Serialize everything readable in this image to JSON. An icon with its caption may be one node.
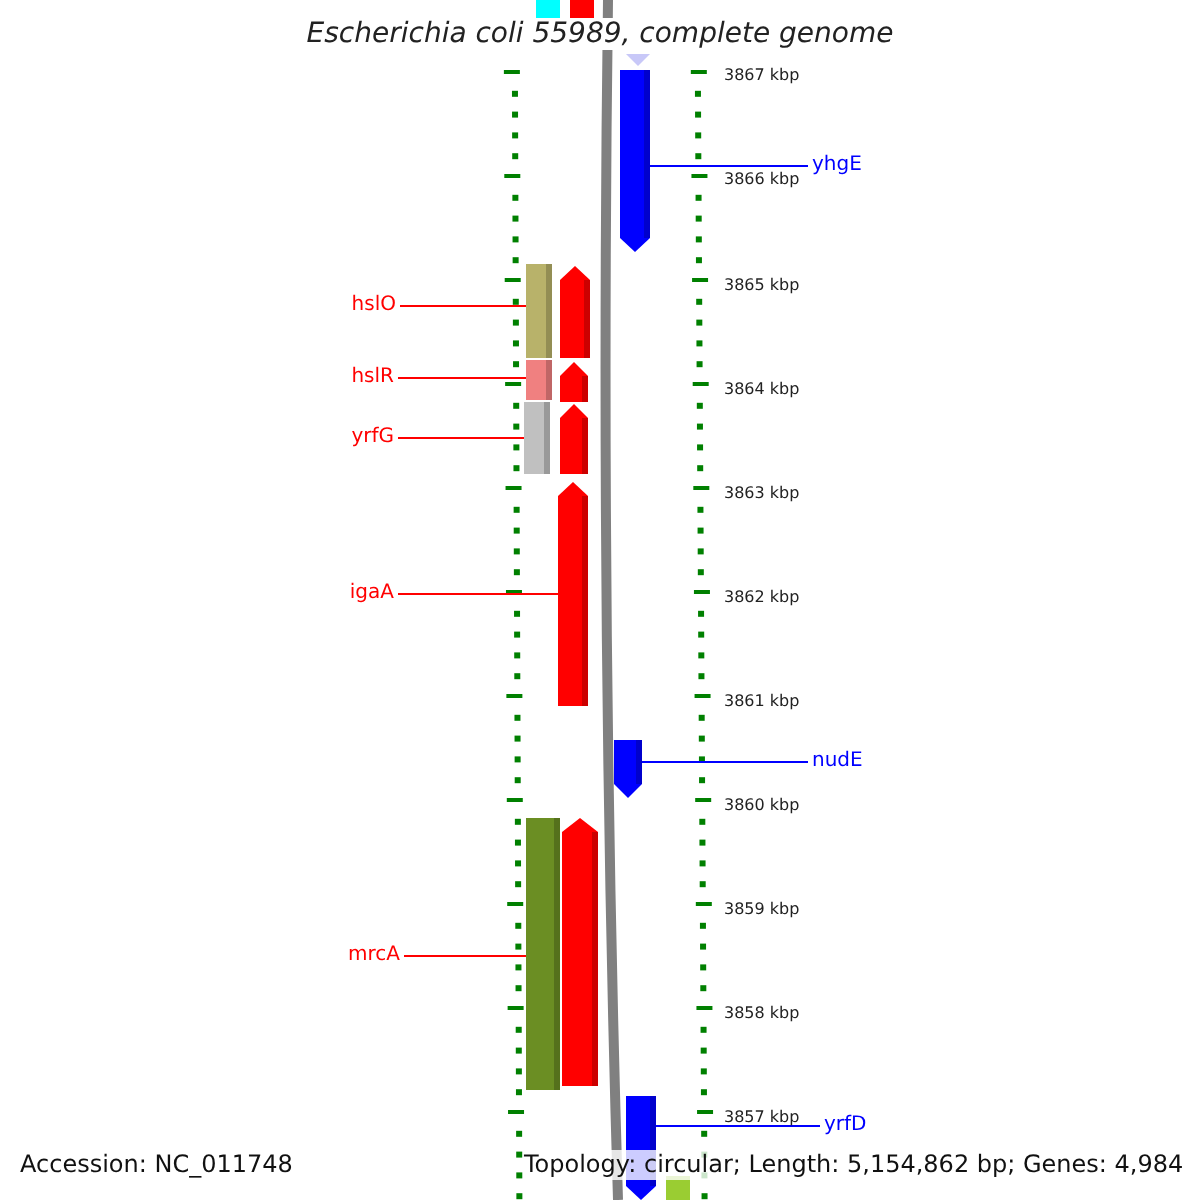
{
  "diagram": {
    "title": "Escherichia coli 55989, complete genome",
    "nodes": [
      {
        "text": [
          "hslO"
        ]
      },
      {
        "text": [],
        "shape": "bar"
      },
      {
        "text": [],
        "shape": "pentagon"
      },
      {
        "text": [
          "hslR"
        ]
      },
      {
        "text": [],
        "shape": "bar"
      },
      {
        "text": [],
        "shape": "pentagon"
      },
      {
        "text": [
          "yrfG"
        ]
      },
      {
        "text": [],
        "shape": "bar"
      },
      {
        "text": [],
        "shape": "pentagon"
      },
      {
        "text": [
          "igaA"
        ]
      },
      {
        "text": [],
        "shape": "pentagon"
      },
      {
        "text": [
          "mrcA"
        ]
      },
      {
        "text": [],
        "shape": "bar"
      },
      {
        "text": [],
        "shape": "pentagon"
      },
      {
        "text": [
          "yhgE"
        ]
      },
      {
        "text": [],
        "shape": "pentagon"
      },
      {
        "text": [
          "nudE"
        ]
      },
      {
        "text": [],
        "shape": "pentagon"
      },
      {
        "text": [
          "yrfD"
        ]
      },
      {
        "text": [],
        "shape": "pentagon"
      }
    ],
    "edges": [
      {
        "from": 0,
        "to": 1,
        "arrow": "none"
      },
      {
        "from": 3,
        "to": 4,
        "arrow": "none"
      },
      {
        "from": 6,
        "to": 7,
        "arrow": "none"
      },
      {
        "from": 9,
        "to": 10,
        "arrow": "none"
      },
      {
        "from": 11,
        "to": 12,
        "arrow": "none"
      },
      {
        "from": 14,
        "to": 15,
        "arrow": "none",
        "color": "#0000ff"
      },
      {
        "from": 16,
        "to": 17,
        "arrow": "none",
        "color": "#0000ff"
      },
      {
        "from": 18,
        "to": 19,
        "arrow": "none",
        "color": "#0000ff"
      }
    ],
    "labels": [
      "3867 kbp",
      "3866 kbp",
      "3865 kbp",
      "3864 kbp",
      "3863 kbp",
      "3862 kbp",
      "3861 kbp",
      "3860 kbp",
      "3859 kbp",
      "3858 kbp",
      "3857 kbp",
      "Accession: NC_011748",
      "Topology: circular; Length: 5,154,862 bp; Genes: 4,984"
    ]
  }
}
